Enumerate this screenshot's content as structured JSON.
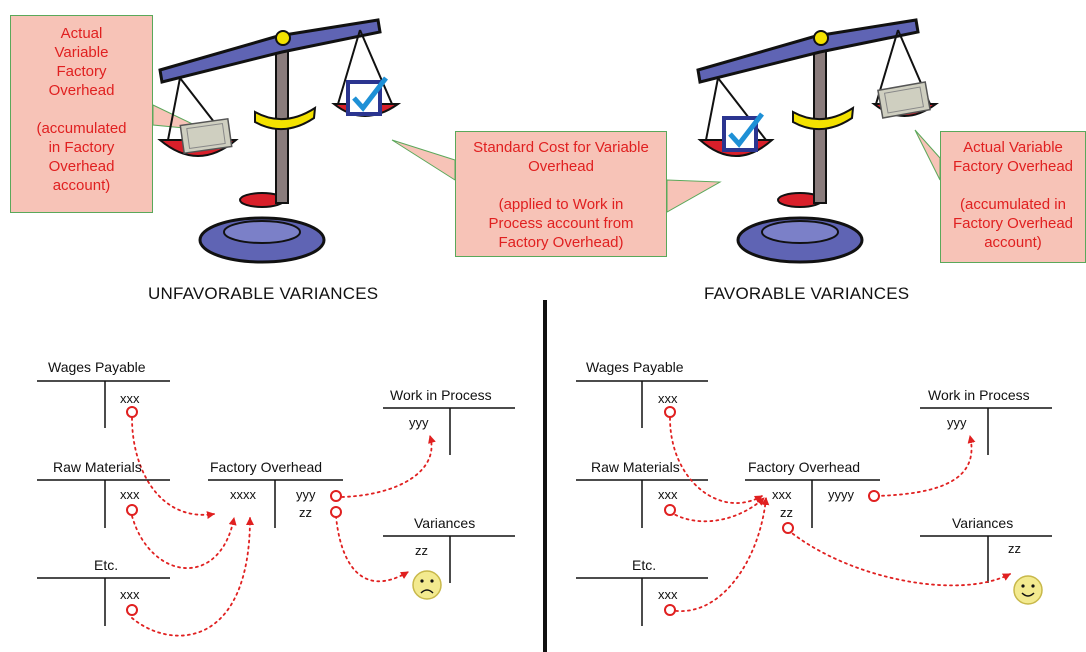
{
  "callouts": {
    "left_actual": {
      "line1": "Actual",
      "line2": "Variable",
      "line3": "Factory",
      "line4": "Overhead",
      "line5": "(accumulated",
      "line6": "in Factory",
      "line7": "Overhead",
      "line8": "account)"
    },
    "standard": {
      "line1": "Standard Cost for Variable",
      "line2": "Overhead",
      "line3": "(applied to Work in",
      "line4": "Process account from",
      "line5": "Factory Overhead)"
    },
    "right_actual": {
      "line1": "Actual Variable",
      "line2": "Factory Overhead",
      "line3": "(accumulated in",
      "line4": "Factory Overhead",
      "line5": "account)"
    }
  },
  "headings": {
    "unfavorable": "UNFAVORABLE VARIANCES",
    "favorable": "FAVORABLE VARIANCES"
  },
  "unfavorable": {
    "wages_payable": {
      "title": "Wages Payable",
      "credit": "xxx"
    },
    "raw_materials": {
      "title": "Raw Materials",
      "credit": "xxx"
    },
    "etc": {
      "title": "Etc.",
      "credit": "xxx"
    },
    "factory_overhead": {
      "title": "Factory Overhead",
      "debit": "xxxx",
      "credit1": "yyy",
      "credit2": "zz"
    },
    "work_in_process": {
      "title": "Work in Process",
      "debit": "yyy"
    },
    "variances": {
      "title": "Variances",
      "debit": "zz"
    }
  },
  "favorable": {
    "wages_payable": {
      "title": "Wages Payable",
      "credit": "xxx"
    },
    "raw_materials": {
      "title": "Raw Materials",
      "credit": "xxx"
    },
    "etc": {
      "title": "Etc.",
      "credit": "xxx"
    },
    "factory_overhead": {
      "title": "Factory Overhead",
      "debit1": "xxx",
      "debit2": "zz",
      "credit": "yyyy"
    },
    "work_in_process": {
      "title": "Work in Process",
      "debit": "yyy"
    },
    "variances": {
      "title": "Variances",
      "credit": "zz"
    }
  },
  "colors": {
    "callout_fill": "#f7c3b7",
    "callout_border": "#5aa85a",
    "callout_text": "#e02020",
    "arrow": "#e02020",
    "scale_beam": "#5f64b4",
    "scale_pan": "#d81f2a",
    "smiley": "#f3ea8f"
  },
  "icons": [
    "balance-scale-icon",
    "money-icon",
    "checkbox-icon",
    "frown-face-icon",
    "smile-face-icon"
  ]
}
